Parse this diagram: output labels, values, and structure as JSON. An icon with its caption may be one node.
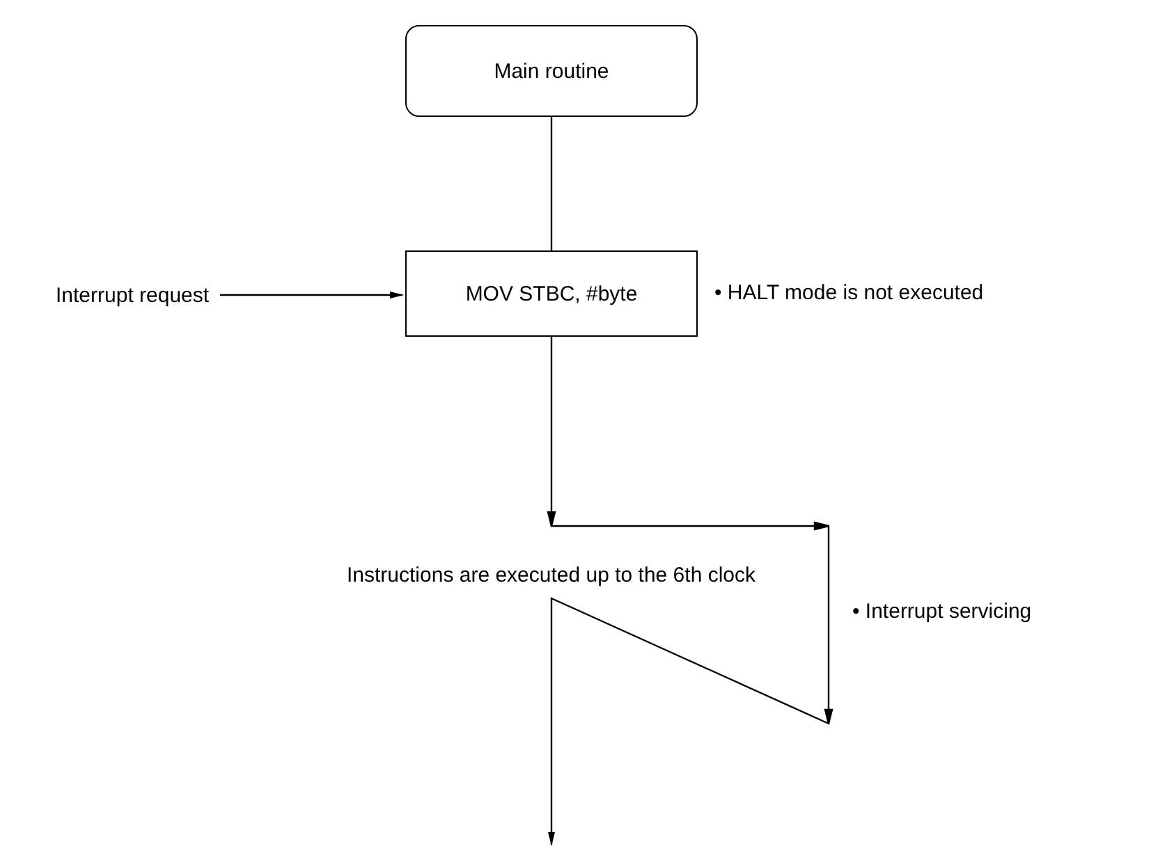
{
  "diagram": {
    "nodes": [
      {
        "text": [
          "Main routine"
        ]
      },
      {
        "text": [
          "MOV STBC, #byte"
        ],
        "beside": [
          "• HALT mode is not executed"
        ]
      },
      {
        "text": [
          "Interrupt request"
        ]
      }
    ],
    "edges": [
      {
        "from": 0,
        "to": 1,
        "arrow": "none"
      },
      {
        "from": 2,
        "to": 1,
        "arrow": "to"
      },
      {
        "from": 1,
        "to": null,
        "arrow": "to",
        "label": "Instructions are executed up to the 6th clock"
      }
    ],
    "labels": [
      "• Interrupt servicing"
    ]
  }
}
